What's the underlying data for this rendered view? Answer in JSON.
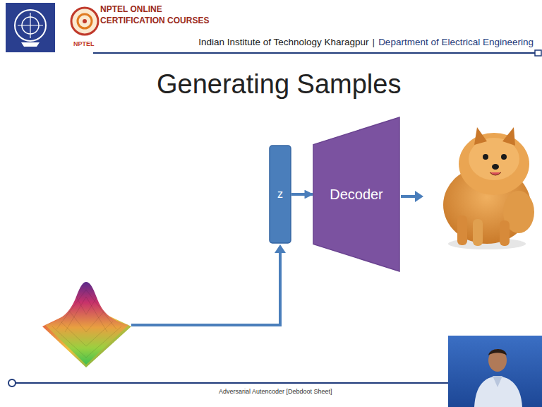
{
  "diagram": {
    "title": "Generating Samples",
    "nodes": [
      {
        "text": [
          "z"
        ]
      },
      {
        "text": [
          "Decoder"
        ]
      }
    ],
    "edges": [
      {
        "from": 0,
        "to": 1,
        "arrow": "to"
      }
    ],
    "labels": [
      "NPTEL ONLINE",
      "CERTIFICATION COURSES",
      "NPTEL",
      "Indian Institute of Technology Kharagpur",
      "|",
      "Department of Electrical Engineering",
      "Adversarial Autencoder [Debdoot Sheet]"
    ]
  }
}
